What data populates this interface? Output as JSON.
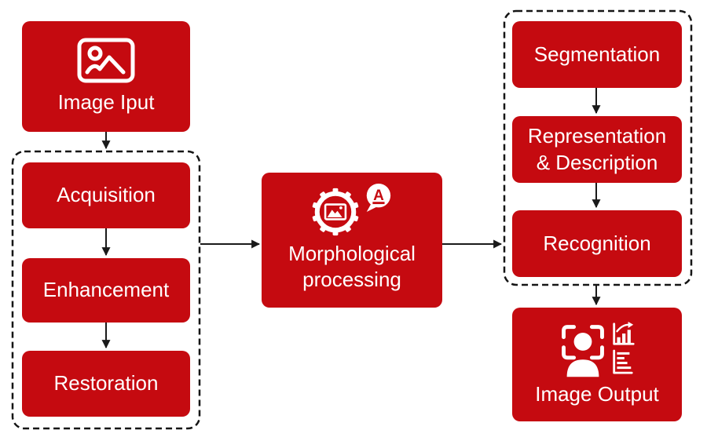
{
  "colors": {
    "box-red": "#C50A10",
    "text-white": "#FFFFFF",
    "arrow-black": "#1A1A1A",
    "dash-black": "#151515",
    "background": "#FFFFFF"
  },
  "nodes": {
    "image_input": {
      "label": "Image Iput",
      "icon": "picture-icon"
    },
    "acquisition": {
      "label": "Acquisition"
    },
    "enhancement": {
      "label": "Enhancement"
    },
    "restoration": {
      "label": "Restoration"
    },
    "morphological": {
      "label": "Morphological processing",
      "bubble_letter": "A",
      "icons": [
        "gear-image-icon",
        "letter-a-speech-bubble-icon"
      ]
    },
    "segmentation": {
      "label": "Segmentation"
    },
    "representation": {
      "label": "Representation & Description"
    },
    "recognition": {
      "label": "Recognition"
    },
    "image_output": {
      "label": "Image Output",
      "icons": [
        "face-scan-icon",
        "growth-chart-icon",
        "report-bars-icon"
      ]
    }
  },
  "groups": {
    "preprocessing_group": {
      "members": [
        "acquisition",
        "enhancement",
        "restoration"
      ]
    },
    "analysis_group": {
      "members": [
        "segmentation",
        "representation",
        "recognition"
      ]
    }
  },
  "edges": [
    {
      "from": "image_input",
      "to": "preprocessing_group"
    },
    {
      "from": "acquisition",
      "to": "enhancement"
    },
    {
      "from": "enhancement",
      "to": "restoration"
    },
    {
      "from": "preprocessing_group",
      "to": "morphological"
    },
    {
      "from": "morphological",
      "to": "analysis_group"
    },
    {
      "from": "segmentation",
      "to": "representation"
    },
    {
      "from": "representation",
      "to": "recognition"
    },
    {
      "from": "analysis_group",
      "to": "image_output"
    }
  ]
}
